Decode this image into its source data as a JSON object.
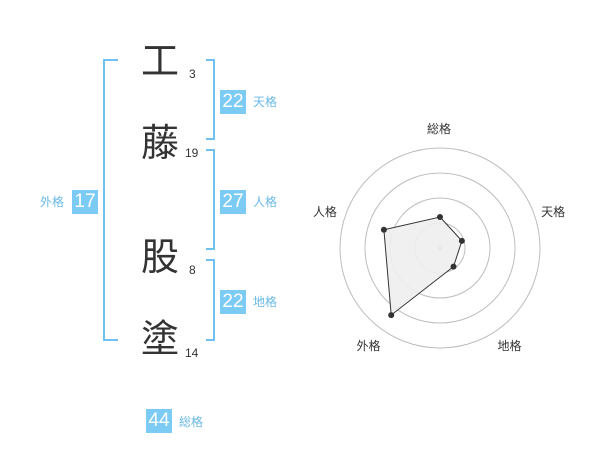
{
  "name_chars": [
    {
      "char": "工",
      "strokes": "3"
    },
    {
      "char": "藤",
      "strokes": "19"
    },
    {
      "char": "股",
      "strokes": "8"
    },
    {
      "char": "塗",
      "strokes": "14"
    }
  ],
  "kaku": {
    "tenkaku": {
      "value": "22",
      "label": "天格"
    },
    "jinkaku": {
      "value": "27",
      "label": "人格"
    },
    "chikaku": {
      "value": "22",
      "label": "地格"
    },
    "gaikaku": {
      "value": "17",
      "label": "外格"
    },
    "soukaku": {
      "value": "44",
      "label": "総格"
    }
  },
  "colors": {
    "accent": "#7ccbf5",
    "accent_text": "#69b9e6",
    "bracket": "#6fc1ef",
    "grid": "#bdbdbd",
    "fill": "#eeeeee"
  },
  "chart_data": {
    "type": "radar",
    "axes": [
      "総格",
      "天格",
      "地格",
      "外格",
      "人格"
    ],
    "values": [
      0.31,
      0.23,
      0.23,
      0.83,
      0.59
    ],
    "scale_max": 1,
    "rings": 4
  }
}
